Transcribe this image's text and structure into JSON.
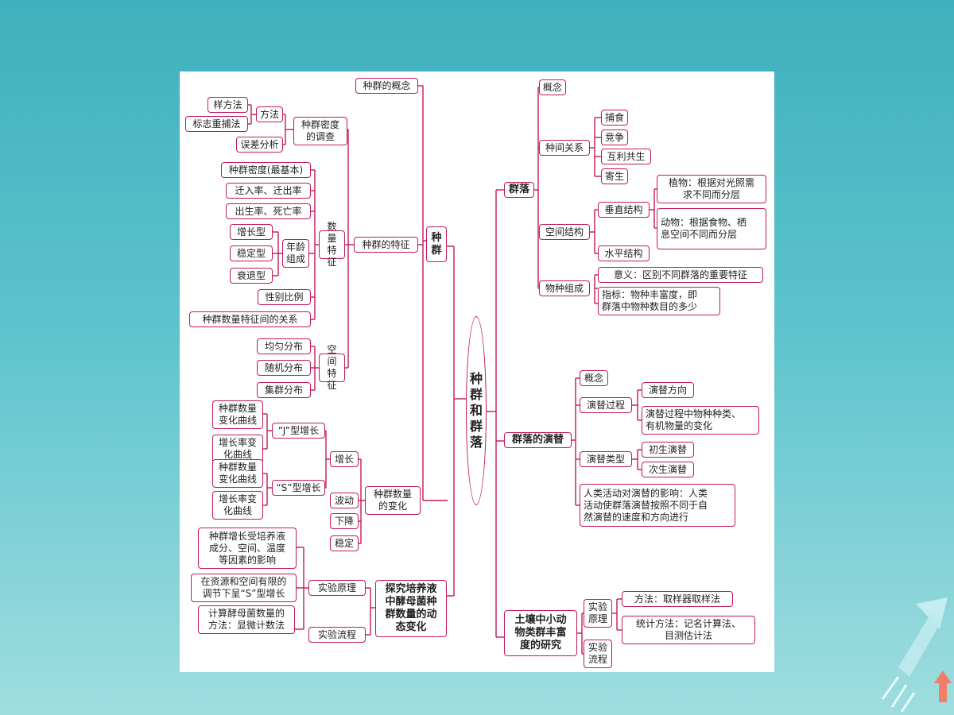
{
  "root": "种\n群\n和\n群\n落",
  "population": {
    "label": "种\n群",
    "concept": "种群的概念",
    "features": "种群的特征",
    "density_survey": "种群密度\n的调查",
    "method": "方法",
    "quadrat": "样方法",
    "mark_recapture": "标志重捕法",
    "error_analysis": "误差分析",
    "quantity_features": "数量\n特征",
    "density_basic": "种群密度(最基本)",
    "migration": "迁入率、迁出率",
    "birth_death": "出生率、死亡率",
    "age_structure": "年龄\n组成",
    "growth_type": "增长型",
    "stable_type": "稳定型",
    "decline_type": "衰退型",
    "sex_ratio": "性别比例",
    "relation": "种群数量特征间的关系",
    "spatial_features": "空间\n特征",
    "uniform": "均匀分布",
    "random": "随机分布",
    "clumped": "集群分布",
    "quantity_change": "种群数量\n的变化",
    "growth": "增长",
    "j_growth": "“J”型增长",
    "s_growth": "“S”型增长",
    "j_curve": "种群数量\n变化曲线",
    "j_rate": "增长率变\n化曲线",
    "s_curve": "种群数量\n变化曲线",
    "s_rate": "增长率变\n化曲线",
    "fluctuate": "波动",
    "decline": "下降",
    "stable": "稳定"
  },
  "yeast": {
    "label": "探究培养液\n中酵母菌种\n群数量的动\n态变化",
    "principle": "实验原理",
    "procedure": "实验流程",
    "p1": "种群增长受培养液\n成分、空间、温度\n等因素的影响",
    "p2": "在资源和空间有限的\n调节下呈“S”型增长",
    "p3": "计算酵母菌数量的\n方法：显微计数法"
  },
  "community": {
    "label": "群落",
    "concept": "概念",
    "interspecific": "种间关系",
    "predation": "捕食",
    "competition": "竞争",
    "mutualism": "互利共生",
    "parasitism": "寄生",
    "spatial": "空间结构",
    "vertical": "垂直结构",
    "plants": "植物：根据对光照需\n求不同而分层",
    "animals": "动物：根据食物、栖\n息空间不同而分层",
    "horizontal": "水平结构",
    "species": "物种组成",
    "meaning": "意义：区别不同群落的重要特征",
    "index": "指标：物种丰富度，即\n群落中物种数目的多少"
  },
  "succession": {
    "label": "群落的演替",
    "concept": "概念",
    "process": "演替过程",
    "direction": "演替方向",
    "change": "演替过程中物种种类、\n有机物量的变化",
    "types": "演替类型",
    "primary": "初生演替",
    "secondary": "次生演替",
    "human": "人类活动对演替的影响：人类\n活动使群落演替按照不同于自\n然演替的速度和方向进行"
  },
  "soil": {
    "label": "土壤中小动\n物类群丰富\n度的研究",
    "principle": "实验\n原理",
    "procedure": "实验\n流程",
    "method": "方法：取样器取样法",
    "statistics": "统计方法：记名计算法、\n目测估计法"
  },
  "colors": {
    "accent": "#c2185b",
    "background": "#4db8c4"
  }
}
